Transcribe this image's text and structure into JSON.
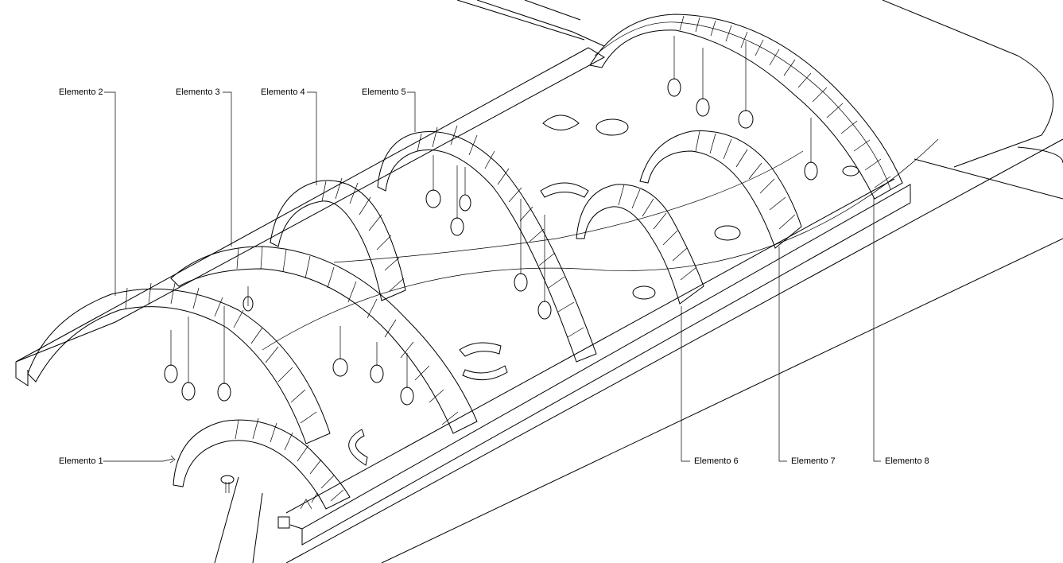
{
  "diagram": {
    "labels": [
      "Elemento 1",
      "Elemento 2",
      "Elemento 3",
      "Elemento 4",
      "Elemento 5",
      "Elemento 6",
      "Elemento 7",
      "Elemento 8"
    ],
    "line_color": "#000000",
    "background": "#ffffff"
  }
}
